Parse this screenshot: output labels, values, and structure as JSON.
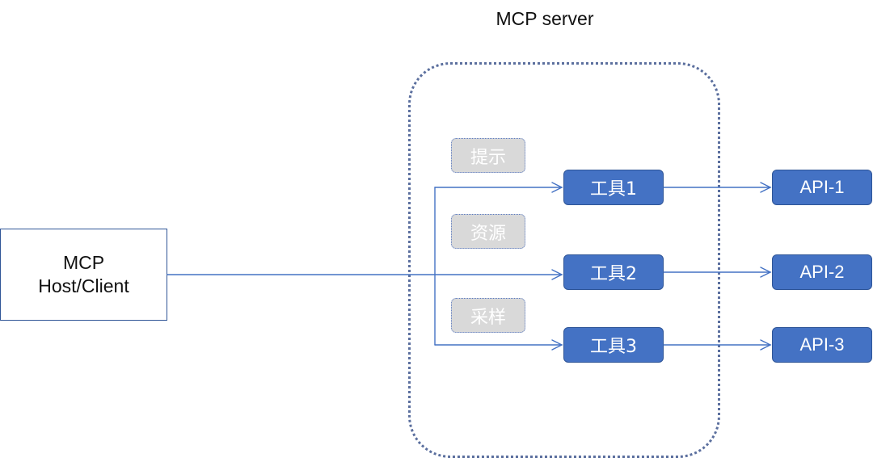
{
  "server": {
    "title": "MCP server"
  },
  "client": {
    "line1": "MCP",
    "line2": "Host/Client"
  },
  "features": [
    {
      "label": "提示"
    },
    {
      "label": "资源"
    },
    {
      "label": "采样"
    }
  ],
  "tools": [
    {
      "label": "工具1"
    },
    {
      "label": "工具2"
    },
    {
      "label": "工具3"
    }
  ],
  "apis": [
    {
      "label": "API-1"
    },
    {
      "label": "API-2"
    },
    {
      "label": "API-3"
    }
  ],
  "colors": {
    "node_fill": "#4472c4",
    "node_border": "#2f5597",
    "feature_fill": "#d9d9d9",
    "connector": "#4472c4"
  }
}
